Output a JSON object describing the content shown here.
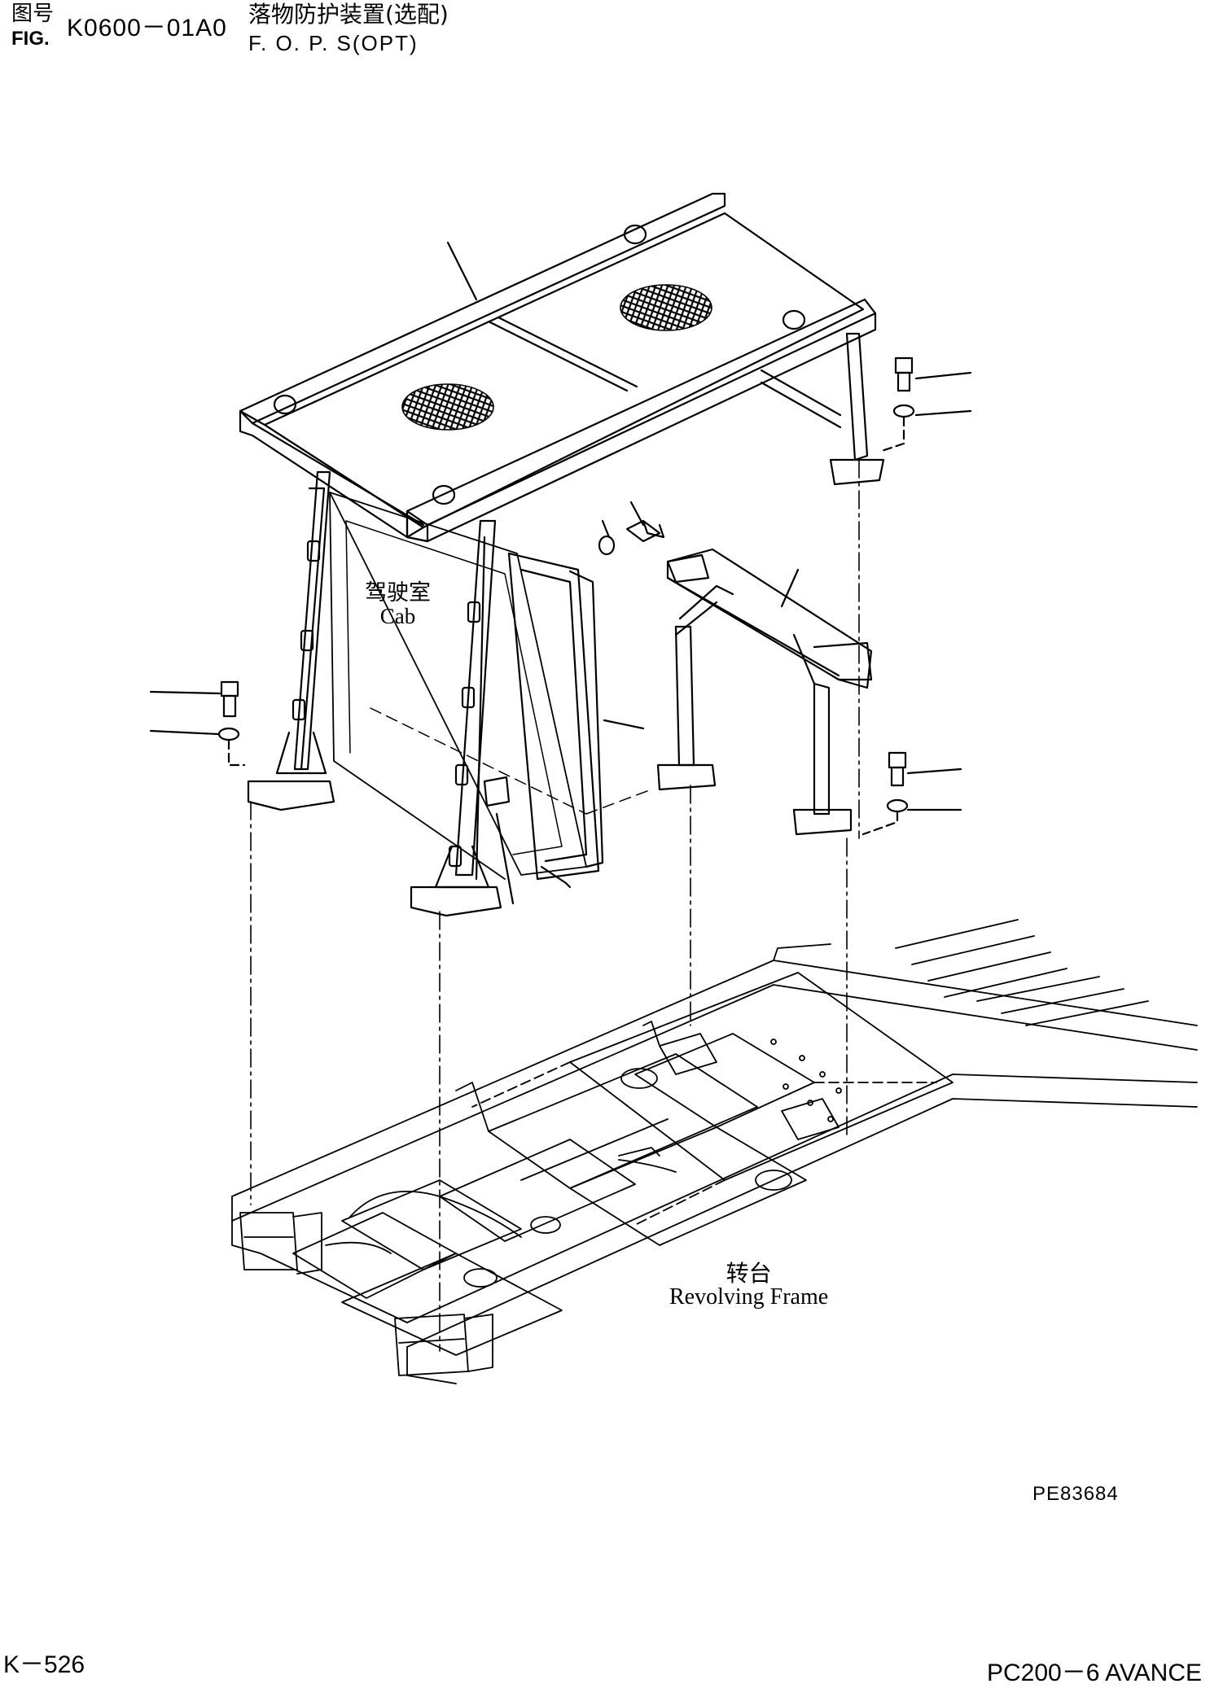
{
  "header": {
    "fig_label_cn": "图号",
    "fig_label_en": "FIG.",
    "fig_number": "K0600－01A0",
    "title_cn": "落物防护装置(选配)",
    "title_en": "F. O. P. S(OPT)"
  },
  "labels": {
    "cab_cn": "驾驶室",
    "cab_en": "Cab",
    "frame_cn": "转台",
    "frame_en": "Revolving Frame"
  },
  "footer": {
    "drawing_number": "PE83684",
    "page_number": "K－526",
    "model": "PC200－6 AVANCE"
  },
  "colors": {
    "ink": "#000000",
    "background": "#ffffff"
  }
}
